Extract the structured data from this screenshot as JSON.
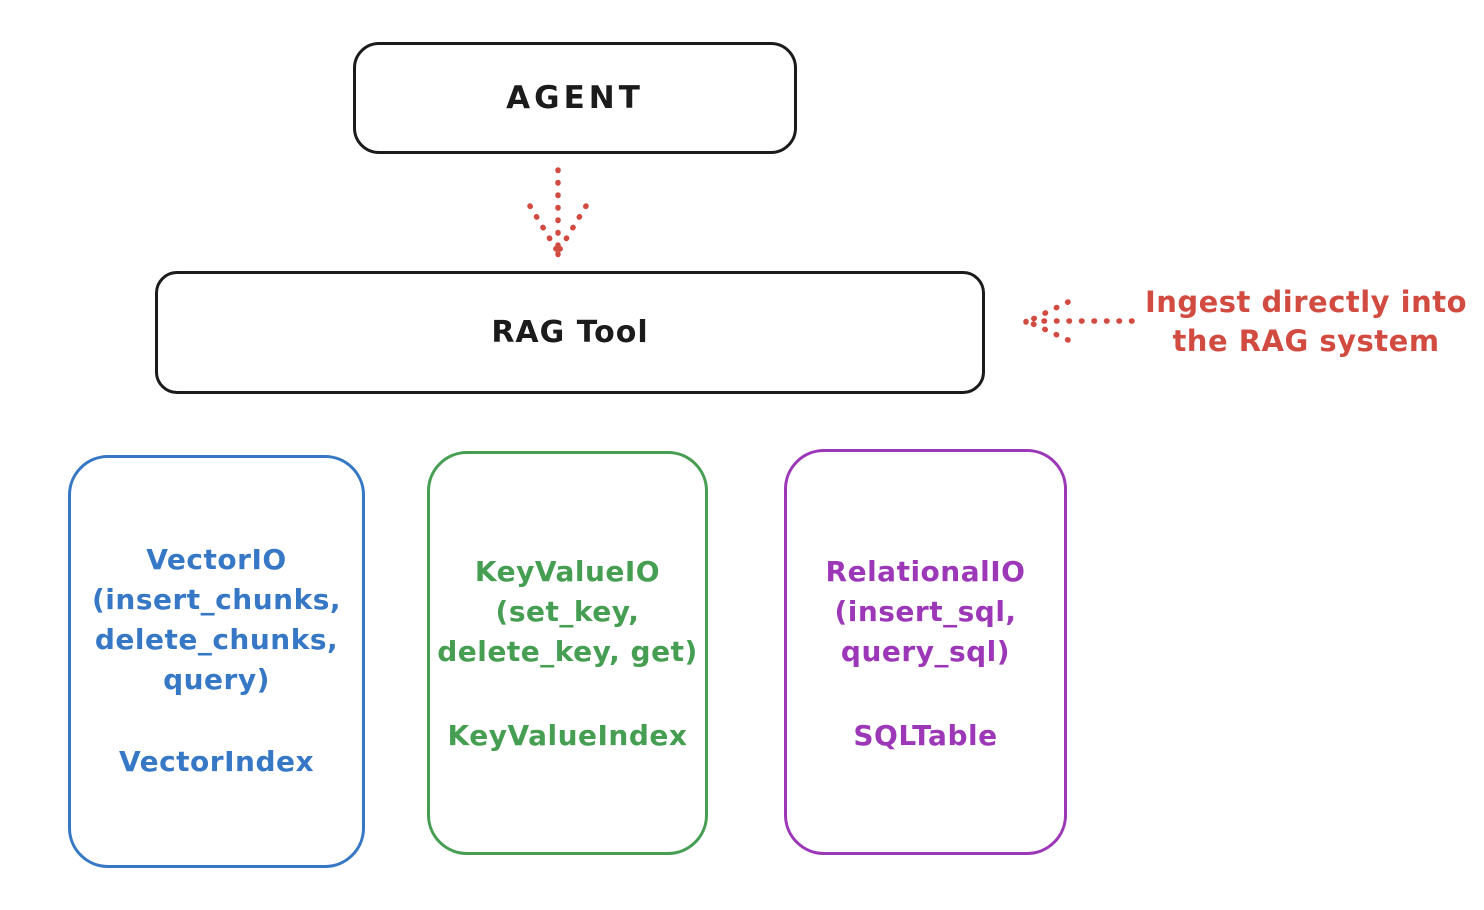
{
  "diagram": {
    "nodes": {
      "agent": {
        "label": "AGENT"
      },
      "rag_tool": {
        "label": "RAG Tool"
      }
    },
    "annotation": {
      "line1": "Ingest directly into",
      "line2": "the RAG system"
    },
    "backends": [
      {
        "name": "vector-io",
        "color_key": "blue",
        "lines": [
          "VectorIO",
          "(insert_chunks,",
          "delete_chunks,",
          "query)"
        ],
        "index_class": "VectorIndex"
      },
      {
        "name": "keyvalue-io",
        "color_key": "green",
        "lines": [
          "KeyValueIO",
          "(set_key,",
          "delete_key, get)"
        ],
        "index_class": "KeyValueIndex"
      },
      {
        "name": "relational-io",
        "color_key": "purple",
        "lines": [
          "RelationalIO",
          "(insert_sql,",
          "query_sql)"
        ],
        "index_class": "SQLTable"
      }
    ]
  },
  "colors": {
    "ink": "#1b1b1b",
    "red": "#d24b41",
    "blue": "#3678c5",
    "green": "#459e51",
    "purple": "#9c38b8",
    "background": "#ffffff"
  }
}
